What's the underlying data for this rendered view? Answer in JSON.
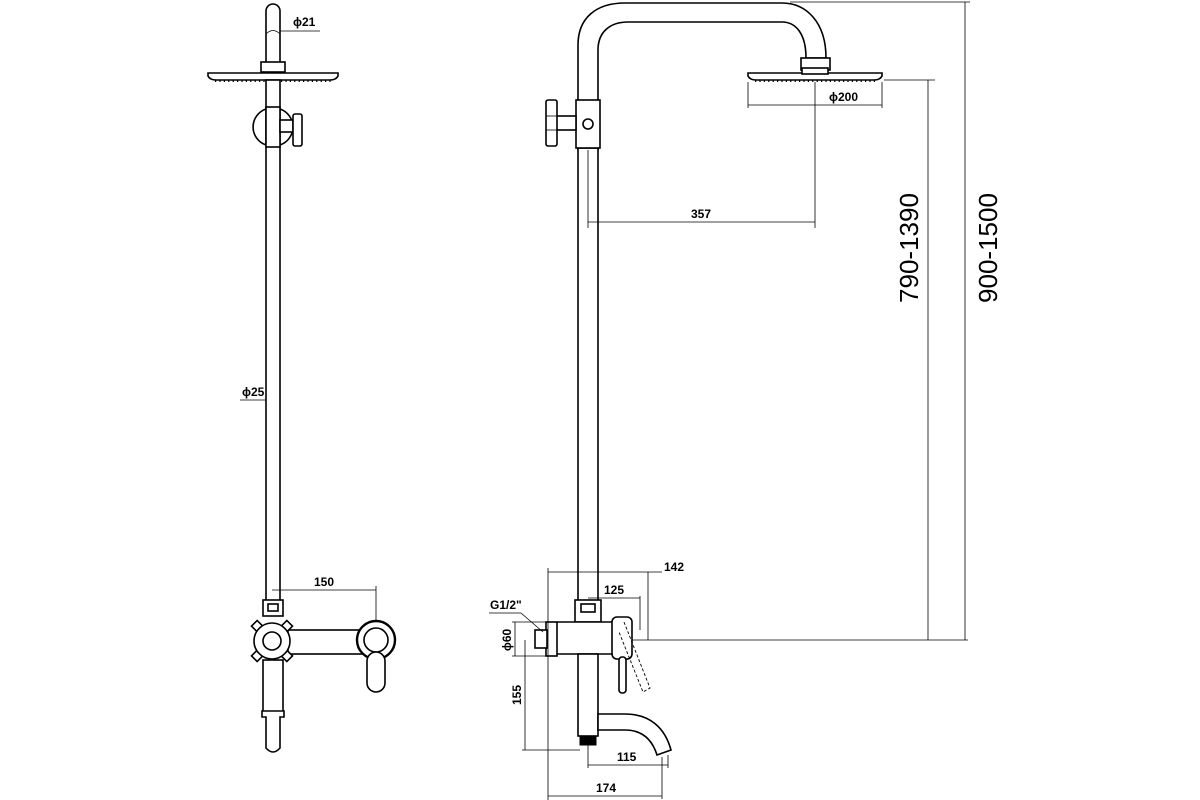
{
  "colors": {
    "line": "#000000",
    "background": "#ffffff"
  },
  "labels": {
    "arm_diameter": "ϕ21",
    "pipe_diameter": "ϕ25",
    "handle_spacing": "150",
    "head_diameter": "ϕ200",
    "arm_reach": "357",
    "head_height_range": "790-1390",
    "total_height_range": "900-1500",
    "mixer_depth": "142",
    "mixer_body_depth": "125",
    "inlet_thread": "G1/2\"",
    "inlet_diameter": "ϕ60",
    "spout_height": "155",
    "spout_reach": "115",
    "overall_depth": "174"
  }
}
